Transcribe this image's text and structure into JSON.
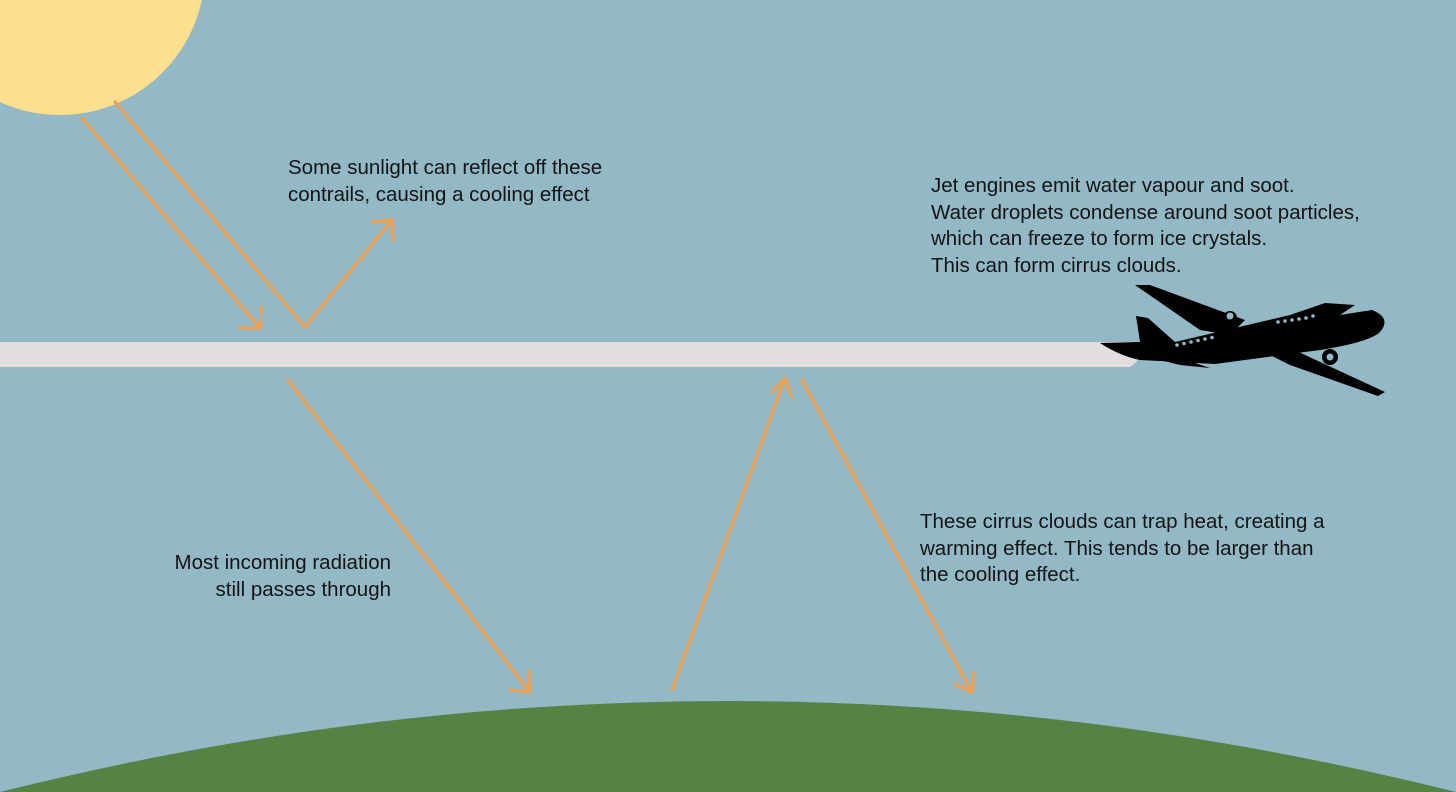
{
  "colors": {
    "sky": "#93b8c6",
    "sun": "#fedf8e",
    "contrail": "#e3dedd",
    "ground": "#568243",
    "arrow": "#ee9f4f",
    "plane": "#000000"
  },
  "labels": {
    "reflect": [
      "Some sunlight can reflect off these",
      "contrails, causing a cooling effect"
    ],
    "jet": [
      "Jet engines emit water vapour and soot.",
      "Water droplets condense around soot particles,",
      "which can freeze to form ice crystals.",
      "This can form cirrus clouds."
    ],
    "passes": [
      "Most incoming radiation",
      "still passes through"
    ],
    "warming": [
      "These cirrus clouds can trap heat, creating a",
      "warming effect. This tends to be larger than",
      "the cooling effect."
    ]
  }
}
